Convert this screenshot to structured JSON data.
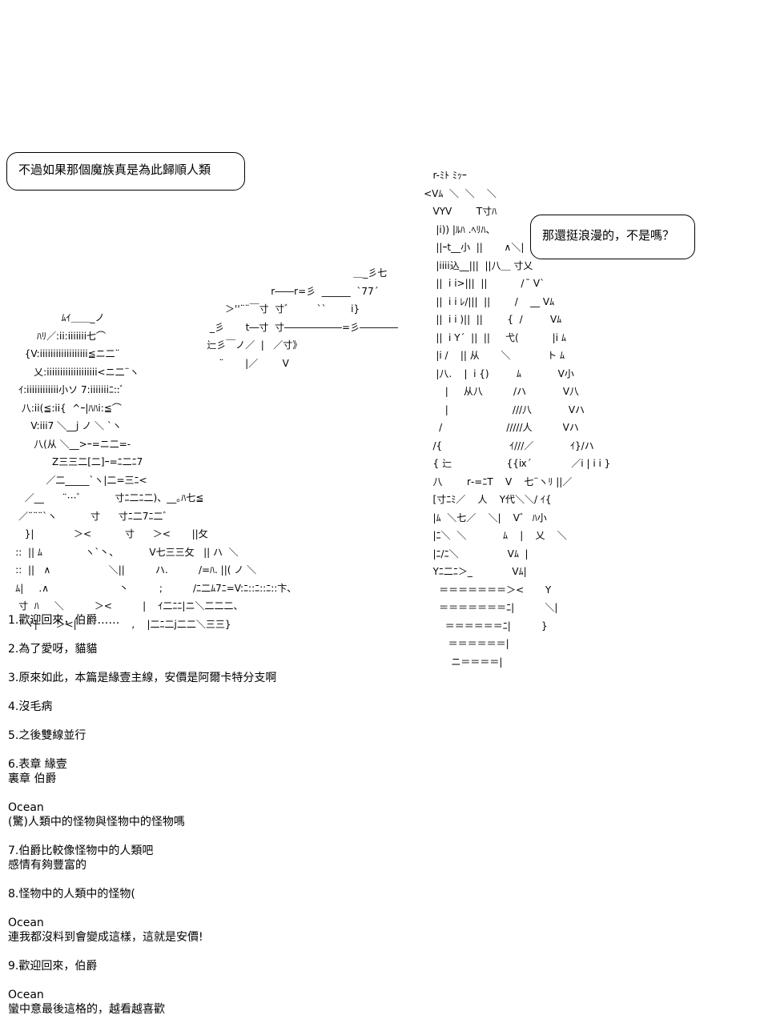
{
  "bubbles": {
    "left": "不過如果那個魔族真是為此歸順人類",
    "right": "那還挺浪漫的，不是嗎？"
  },
  "art": {
    "left": "                   ﾑｲ＿＿_ノ\n           ﾊﾘ／:ii:iiiiiii七⌒\n       {V:iiiiiiiiiiiiiiiiii≦ニ二¨\n          乂:iiiiiiiiiiiiiiiiiii<ニ二¨ヽ\n     ｲ:iiiiiiiiiiii小ソ 7:iiiiiiiﾆ::ﾞ\n      八:ii(≦:ii{  ^ｰ|ﾊﾊi:≦⌒\n         V:iii7 ＼__j ノ ＼ `ヽ\n          八(从 ＼__>ｰ=ニ二=-\n                Z三三二[二]ｰ=ﾆ二ﾆ7\n              ／二_____`ヽ|二=三ﾆ<\n       ／__      ¨…ﾞ           寸ﾆ二ﾆ二)、__｡ﾊ七≦\n     ／¨¨¨`ヽ           寸      寸ﾆ二7ﾆ二ﾞ\n       }|             ＞<           寸      ＞<       ||攵\n    ::  || ﾑ              ヽ`丶、          V七三三攵   || ハ  ＼\n    ::  ||   ∧                   ＼||          ハ.          /=ﾊ. ||( ノ ＼\n    ﾑ|     .∧                       丶          ;          /ﾆ二ﾑ7ﾆ=V:ﾆ::ﾆ::ﾆ::卞、\n     寸  ﾊ     ＼          ＞<          |    ｲ二ﾆﾆ|ニ＼二二二、\n       ヾ|      ＞<|                  ,    |二ﾆ二j二二＼三三}",
    "gun": "                                                          ＿_彡七\n                               r――r=彡  ______  `77´\n                ＞''¨¨￣寸  寸ﾞ         ``        i}\n           _彡       t―寸  寸――――――=彡――――\n          辷彡￣ノ／  |   ／寸》\n              ¨       |／        V",
    "right": "        r-ﾐﾄ ﾐｯｰ\n     <Vﾑ  ＼  ＼    ＼\n        VYV        T寸ﾊ\n         |i)) |ﾙﾊ .ﾍﾘﾊ、\n         ||ｰt__小  ||       ∧＼|\n         |iiii込__|||  ||八＿ 寸乂\n         ||  i i>|||  ||           /  ̄ V`\n         ||  i i ﾚ/|||  ||        /    __ Vﾑ\n         ||  i i )||  ||        {  /         Vﾑ\n         ||  i Y´  ||  ||     弋(           |i ﾑ\n         |i /    || 从       ＼            ト ﾑ\n         |八.    |  i {)         ﾑ            V小\n            |     从八          /ハ            V八\n            |                     ///八            Vハ\n          /                     /////人          Vハ\n        /{                      ｲ///／            ｲ}/ハ\n        { 辷                  {{ⅸ´             ／i | i i }\n        八        r‐=ﾆT    V    七¨ヽﾘ ||／\n        [寸ﾆﾐ／    人    Y代＼＼/ ｲ{\n        |ﾑ  ＼七／    ＼|    V゛ ﾊ小\n        |ﾆ＼  ＼            ﾑ    |    乂    ＼\n        |ﾆ/ﾆ＼                Vﾑ  |\n        Yﾆ二ﾆ＞_             Vﾑ|\n          ＝＝＝＝＝＝＝＞<       Y\n          ＝＝＝＝＝＝＝ﾆ|          ＼|\n            ＝＝＝＝＝＝ﾆ|          }\n             ＝＝＝＝＝＝|\n              ニ＝＝＝＝|"
  },
  "dialogue": [
    {
      "lines": [
        "1.歡迎回來，伯爵……"
      ]
    },
    {
      "lines": [
        "2.為了愛呀，貓貓"
      ]
    },
    {
      "lines": [
        "3.原來如此，本篇是緣壹主線，安價是阿爾卡特分支啊"
      ]
    },
    {
      "lines": [
        "4.沒毛病"
      ]
    },
    {
      "lines": [
        "5.之後雙線並行"
      ]
    },
    {
      "lines": [
        "6.表章 緣壹",
        "裏章 伯爵"
      ]
    },
    {
      "lines": [
        "Ocean",
        "(驚)人類中的怪物與怪物中的怪物嗎"
      ]
    },
    {
      "lines": [
        "7.伯爵比較像怪物中的人類吧",
        "感情有夠豐富的"
      ]
    },
    {
      "lines": [
        "8.怪物中的人類中的怪物("
      ]
    },
    {
      "lines": [
        "Ocean",
        "連我都沒料到會變成這樣，這就是安價!"
      ]
    },
    {
      "lines": [
        "9.歡迎回來，伯爵"
      ]
    },
    {
      "lines": [
        "Ocean",
        "蠻中意最後這格的，越看越喜歡"
      ]
    }
  ]
}
